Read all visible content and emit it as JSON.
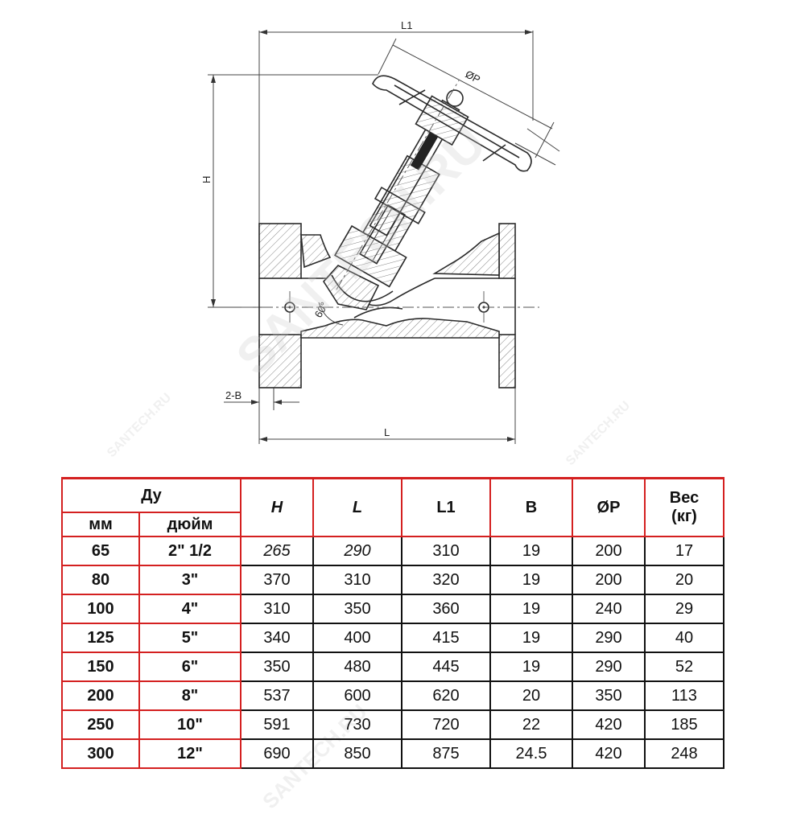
{
  "drawing": {
    "labels": {
      "L1": "L1",
      "H": "H",
      "OP": "ØP",
      "angle": "60°",
      "B": "2-B",
      "L": "L"
    }
  },
  "watermarks": [
    "SANTECH.RU",
    "SANTECH.RU",
    "SANTECH.RU",
    "SANTECH.RU"
  ],
  "table": {
    "header": {
      "du": "Ду",
      "mm": "мм",
      "inch": "дюйм",
      "H": "H",
      "L": "L",
      "L1": "L1",
      "B": "B",
      "OP": "ØP",
      "weight_line1": "Вес",
      "weight_line2": "(кг)"
    },
    "rows": [
      {
        "mm": "65",
        "inch": "2\" 1/2",
        "H": "265",
        "L": "290",
        "L1": "310",
        "B": "19",
        "OP": "200",
        "weight": "17"
      },
      {
        "mm": "80",
        "inch": "3\"",
        "H": "370",
        "L": "310",
        "L1": "320",
        "B": "19",
        "OP": "200",
        "weight": "20"
      },
      {
        "mm": "100",
        "inch": "4\"",
        "H": "310",
        "L": "350",
        "L1": "360",
        "B": "19",
        "OP": "240",
        "weight": "29"
      },
      {
        "mm": "125",
        "inch": "5\"",
        "H": "340",
        "L": "400",
        "L1": "415",
        "B": "19",
        "OP": "290",
        "weight": "40"
      },
      {
        "mm": "150",
        "inch": "6\"",
        "H": "350",
        "L": "480",
        "L1": "445",
        "B": "19",
        "OP": "290",
        "weight": "52"
      },
      {
        "mm": "200",
        "inch": "8\"",
        "H": "537",
        "L": "600",
        "L1": "620",
        "B": "20",
        "OP": "350",
        "weight": "113"
      },
      {
        "mm": "250",
        "inch": "10\"",
        "H": "591",
        "L": "730",
        "L1": "720",
        "B": "22",
        "OP": "420",
        "weight": "185"
      },
      {
        "mm": "300",
        "inch": "12\"",
        "H": "690",
        "L": "850",
        "L1": "875",
        "B": "24.5",
        "OP": "420",
        "weight": "248"
      }
    ]
  }
}
